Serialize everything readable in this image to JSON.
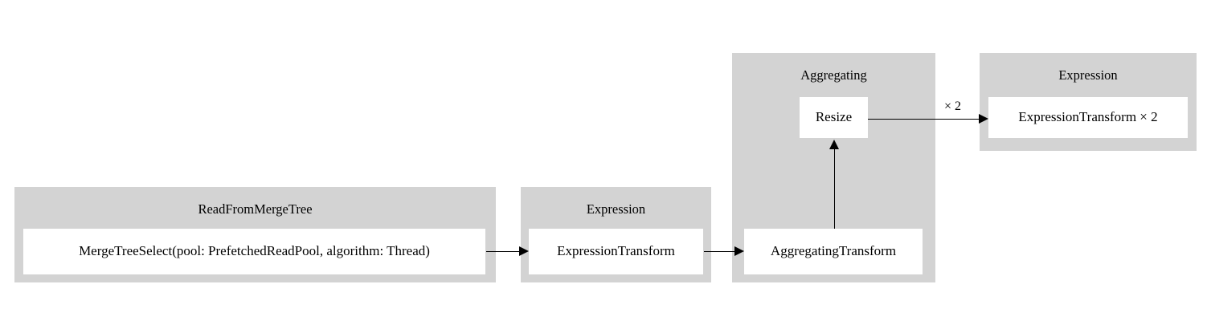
{
  "diagram": {
    "type": "pipeline-flow-graph",
    "background_color": "#ffffff",
    "cluster_color": "#d3d3d3",
    "node_color": "#ffffff",
    "edge_color": "#000000",
    "clusters": [
      {
        "id": "read-from-merge-tree",
        "title": "ReadFromMergeTree",
        "nodes": [
          {
            "id": "merge-tree-select",
            "label": "MergeTreeSelect(pool: PrefetchedReadPool, algorithm: Thread)"
          }
        ]
      },
      {
        "id": "expression-1",
        "title": "Expression",
        "nodes": [
          {
            "id": "expression-transform",
            "label": "ExpressionTransform"
          }
        ]
      },
      {
        "id": "aggregating",
        "title": "Aggregating",
        "nodes": [
          {
            "id": "resize",
            "label": "Resize"
          },
          {
            "id": "aggregating-transform",
            "label": "AggregatingTransform"
          }
        ]
      },
      {
        "id": "expression-2",
        "title": "Expression",
        "nodes": [
          {
            "id": "expression-transform-x2",
            "label": "ExpressionTransform × 2"
          }
        ]
      }
    ],
    "edges": [
      {
        "id": "edge-1",
        "from": "merge-tree-select",
        "to": "expression-transform",
        "label": ""
      },
      {
        "id": "edge-2",
        "from": "expression-transform",
        "to": "aggregating-transform",
        "label": ""
      },
      {
        "id": "edge-3",
        "from": "aggregating-transform",
        "to": "resize",
        "label": ""
      },
      {
        "id": "edge-4",
        "from": "resize",
        "to": "expression-transform-x2",
        "label": "× 2"
      }
    ]
  }
}
